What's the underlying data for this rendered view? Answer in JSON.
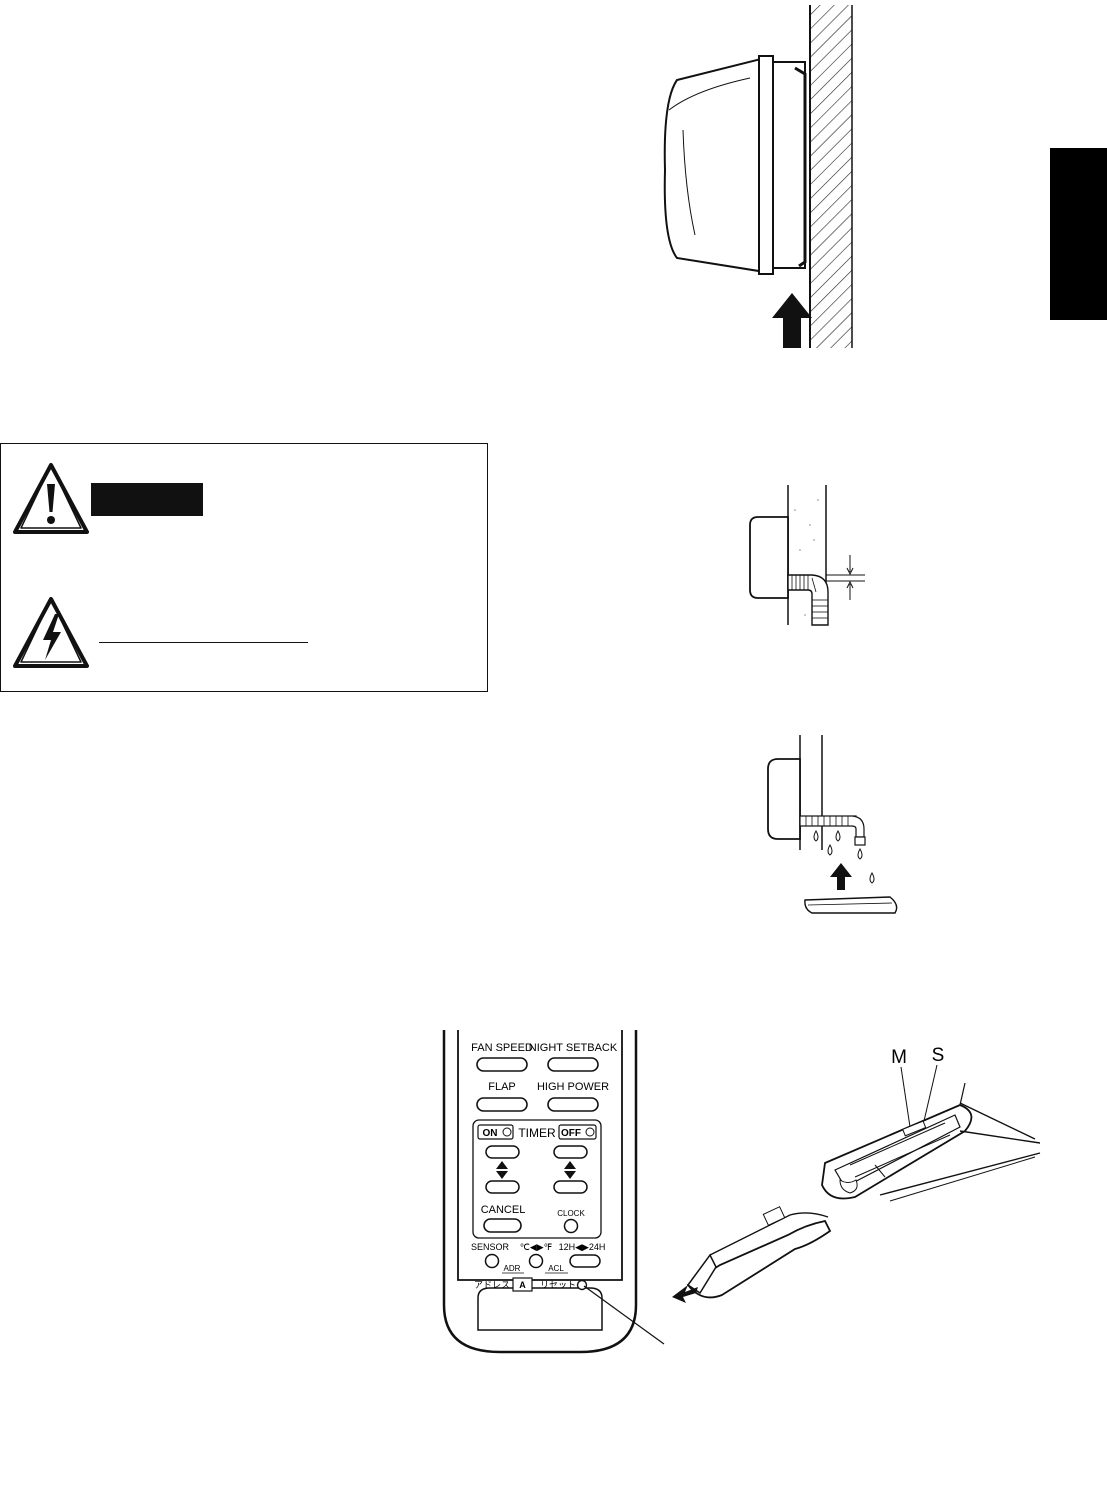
{
  "page": {
    "side_tab_color": "#000000"
  },
  "warning_box": {
    "label": "",
    "caution_icon": "exclamation-triangle-icon",
    "shock_icon": "electric-shock-triangle-icon"
  },
  "remote": {
    "fan_speed": "FAN SPEED",
    "night_setback": "NIGHT SETBACK",
    "flap": "FLAP",
    "high_power": "HIGH POWER",
    "timer_on": "ON",
    "timer": "TIMER",
    "timer_off": "OFF",
    "cancel": "CANCEL",
    "clock": "CLOCK",
    "sensor": "SENSOR",
    "temp_unit": "℃◀▶℉",
    "hour_mode": "12H◀▶24H",
    "adr": "ADR",
    "acl": "ACL",
    "address_jp": "アドレス",
    "address_key": "A",
    "reset_jp": "リセット"
  },
  "battery": {
    "label_m": "M",
    "label_s": "S"
  }
}
